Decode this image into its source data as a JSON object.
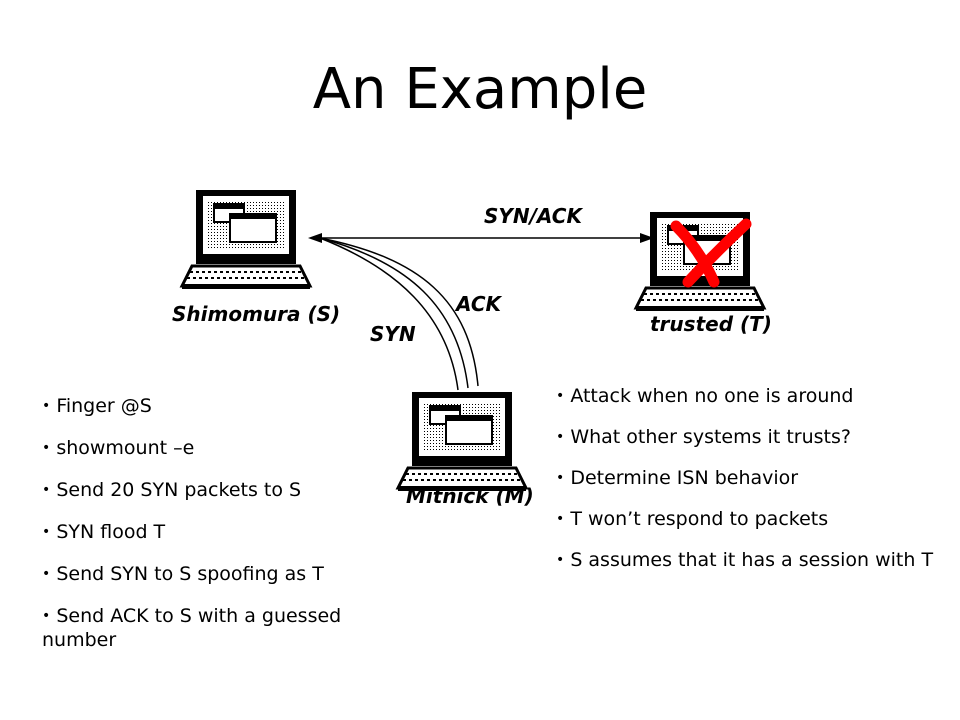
{
  "title": "An Example",
  "diagram": {
    "nodes": {
      "shimomura": {
        "label": "Shimomura (S)",
        "icon": "computer-icon"
      },
      "trusted": {
        "label": "trusted (T)",
        "icon": "computer-icon",
        "mark": "X",
        "mark_color": "#ff0000"
      },
      "mitnick": {
        "label": "Mitnick (M)",
        "icon": "computer-icon"
      }
    },
    "edges": {
      "syn_ack": "SYN/ACK",
      "ack": "ACK",
      "syn": "SYN"
    }
  },
  "left_steps": [
    "Finger @S",
    "showmount –e",
    "Send 20 SYN packets to S",
    "SYN flood T",
    "Send SYN to S spoofing as T",
    "Send ACK to S with a guessed number"
  ],
  "right_steps": [
    "Attack when no one is around",
    "What other systems it trusts?",
    "Determine ISN behavior",
    "T won’t respond to packets",
    "S assumes that it has a session with T"
  ],
  "colors": {
    "x_mark": "#ff0000",
    "screen": "#000000",
    "window": "#ffffff"
  }
}
